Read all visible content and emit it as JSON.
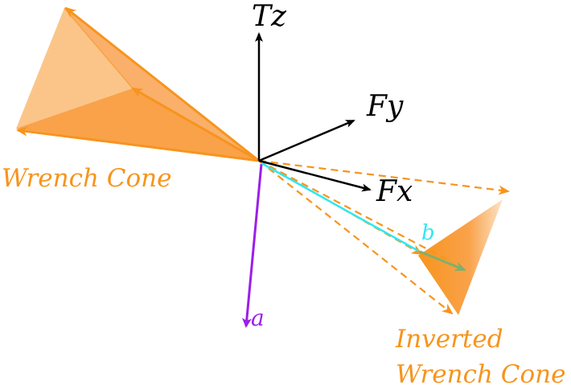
{
  "labels": {
    "tz": "Tz",
    "fy": "Fy",
    "fx": "Fx",
    "a": "a",
    "b": "b",
    "wrench_cone": "Wrench Cone",
    "inverted_line1": "Inverted",
    "inverted_line2": "Wrench Cone"
  },
  "colors": {
    "axis": "#000000",
    "cone_orange": "#f7941d",
    "cone_fill_light": "#fbc58a",
    "cone_fill_dark": "#f9a24a",
    "vector_a": "#9b1fe8",
    "vector_b": "#2fe8f0",
    "vector_green": "#7fb06a"
  }
}
